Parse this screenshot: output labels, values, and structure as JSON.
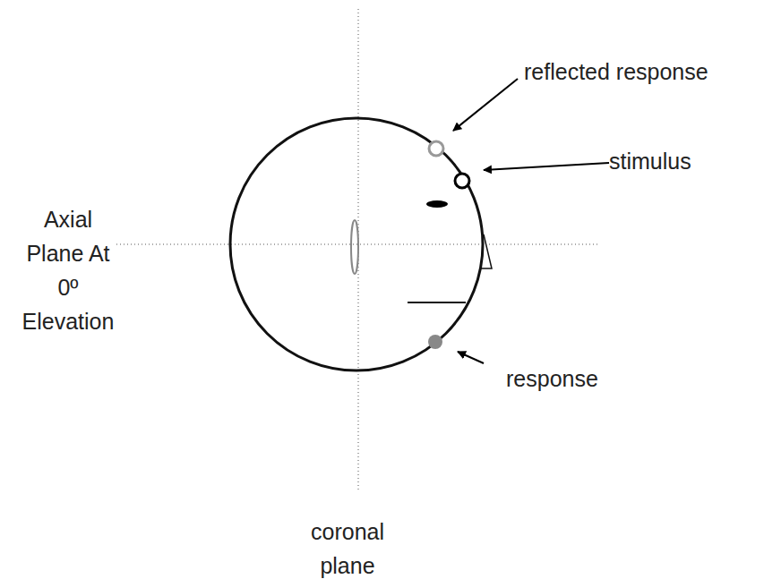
{
  "diagram": {
    "labels": [
      "reflected response",
      "stimulus",
      "Axial Plane At 0º Elevation",
      "response",
      "coronal plane"
    ]
  }
}
